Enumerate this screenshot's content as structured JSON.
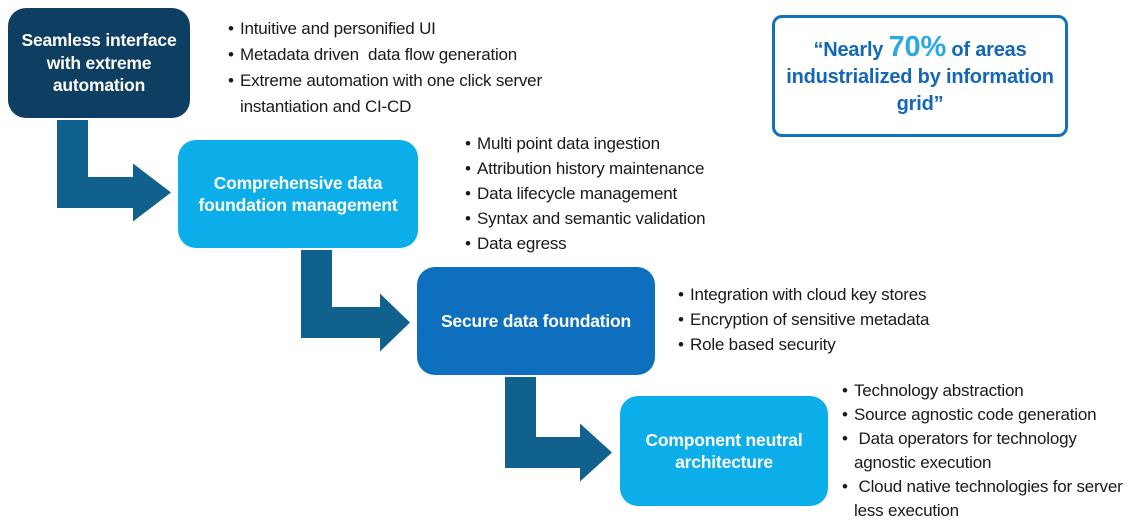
{
  "quote": {
    "open": "“Nearly",
    "highlight": "70%",
    "rest": "of areas industrialized by information grid”"
  },
  "steps": [
    {
      "label": "Seamless interface with extreme automation",
      "bullets": [
        "Intuitive and personified UI",
        "Metadata driven  data flow generation",
        "Extreme automation with one click server instantiation and CI-CD"
      ]
    },
    {
      "label": "Comprehensive data foundation management",
      "bullets": [
        "Multi point data ingestion",
        "Attribution history maintenance",
        "Data lifecycle management",
        "Syntax and semantic validation",
        "Data egress"
      ]
    },
    {
      "label": "Secure data foundation",
      "bullets": [
        "Integration with cloud key stores",
        "Encryption of sensitive metadata",
        "Role based security"
      ]
    },
    {
      "label": "Component neutral architecture",
      "bullets": [
        "Technology abstraction",
        "Source agnostic code generation",
        " Data operators for technology agnostic execution",
        " Cloud native technologies for server less execution"
      ]
    }
  ],
  "colors": {
    "box_navy": "#0e3e62",
    "box_cyan": "#0caeea",
    "box_blue": "#0d6fbe",
    "arrow": "#11618f",
    "quote_border": "#1173bb",
    "quote_text": "#1467b6",
    "quote_highlight": "#2aa9e1",
    "bullet_text": "#191919"
  }
}
